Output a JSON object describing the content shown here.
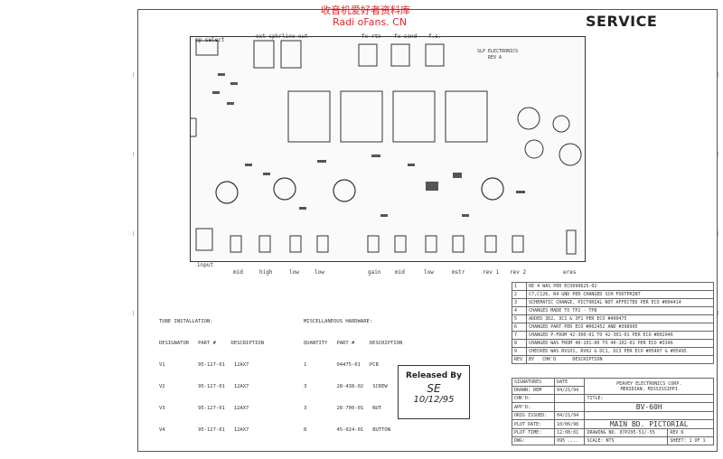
{
  "watermark": {
    "line1": "收音机爱好者资料库",
    "line2": "Radi oFans. CN"
  },
  "service_title": "SERVICE",
  "top_jacks": [
    "mp select",
    "ext spkr",
    "line out",
    "fx rtn",
    "fx send",
    "f.s."
  ],
  "bottom_labels": [
    "input",
    "mid",
    "high",
    "low",
    "gain",
    "mid",
    "low",
    "mstr",
    "rev 1",
    "rev 2",
    "eres"
  ],
  "board_notes": {
    "top_note": "SLP ELECTRONICS",
    "panel_note": "REV A"
  },
  "revisions": [
    {
      "id": "1",
      "text": "RE 4 WAS PER ECO090625-02"
    },
    {
      "id": "2",
      "text": "C7,C126, R4 GND PER CHANGED SCH FOOTPRINT"
    },
    {
      "id": "3",
      "text": "SCHEMATIC CHANGE, PICTORIAL NOT AFFECTED PER ECO #004414"
    },
    {
      "id": "4",
      "text": "CHANGES MADE TO TP2 - TP8"
    },
    {
      "id": "5",
      "text": "ADDED 3D2, 3C1 & 3F1 PER ECO #400475"
    },
    {
      "id": "6",
      "text": "CHANGED PART PER ECO #002452 AND #398995"
    },
    {
      "id": "7",
      "text": "CHANGED P-FROM 42-300-01 TO 42-301-01 PER ECO #D02046"
    },
    {
      "id": "8",
      "text": "CHANGED WAS FROM 40-101-00 TO 40-102-01 PER ECO #3346"
    },
    {
      "id": "9",
      "text": "CHECKED WAS RV101, RV02 & DC1, DC3 PER ECO #05407 & #05495"
    }
  ],
  "rev_header": [
    "REV",
    "BY",
    "CHK'D",
    "DESCRIPTION"
  ],
  "tube_installation": {
    "title": "TUBE INSTALLATION:",
    "headers": [
      "DESIGNATOR",
      "PART #",
      "DESCRIPTION"
    ],
    "rows": [
      [
        "V1",
        "95-127-01",
        "12AX7"
      ],
      [
        "V2",
        "95-127-01",
        "12AX7"
      ],
      [
        "V3",
        "95-127-01",
        "12AX7"
      ],
      [
        "V4",
        "95-127-01",
        "12AX7"
      ]
    ]
  },
  "misc_hardware": {
    "title": "MISCELLANEOUS HARDWARE:",
    "headers": [
      "QUANTITY",
      "PART #",
      "DESCRIPTION"
    ],
    "rows": [
      [
        "1",
        "04475-01",
        "PCB"
      ],
      [
        "3",
        "28-438-02",
        "SCREW"
      ],
      [
        "3",
        "28-700-01",
        "NUT"
      ],
      [
        "8",
        "45-024-01",
        "BUTTON"
      ]
    ]
  },
  "stamp": {
    "line1": "Released By",
    "line2": "SE",
    "line3": "10/12/95"
  },
  "title_block": {
    "signatures_label": "SIGNATURES",
    "date_label": "DATE",
    "drawn_label": "DRAWN:",
    "drawn_by": "REM",
    "drawn_date": "04/21/94",
    "chkd_label": "CHK'D:",
    "apprd_label": "APP'D:",
    "orig_issued_label": "ORIG ISSUED:",
    "orig_issued_date": "04/21/94",
    "plot_date_label": "PLOT DATE:",
    "plot_date": "10/06/98",
    "plot_time_label": "PLOT TIME:",
    "plot_time": "12:08:01",
    "dwg_label": "DWG:",
    "dwg": "095 ....",
    "company": "PEAVEY ELECTRONICS CORP.",
    "company_city": "MERIDIAN, MISSISSIPPI",
    "title_label": "TITLE:",
    "model": "BV-60H",
    "board_title": "MAIN BD. PICTORIAL",
    "drawing_no_label": "DRAWING NO.",
    "drawing_no": "07P295-51/-55",
    "rev_label": "REV",
    "rev": "K",
    "scale_label": "SCALE: NTS",
    "sheet_label": "SHEET:",
    "sheet": "1 OF 1"
  }
}
